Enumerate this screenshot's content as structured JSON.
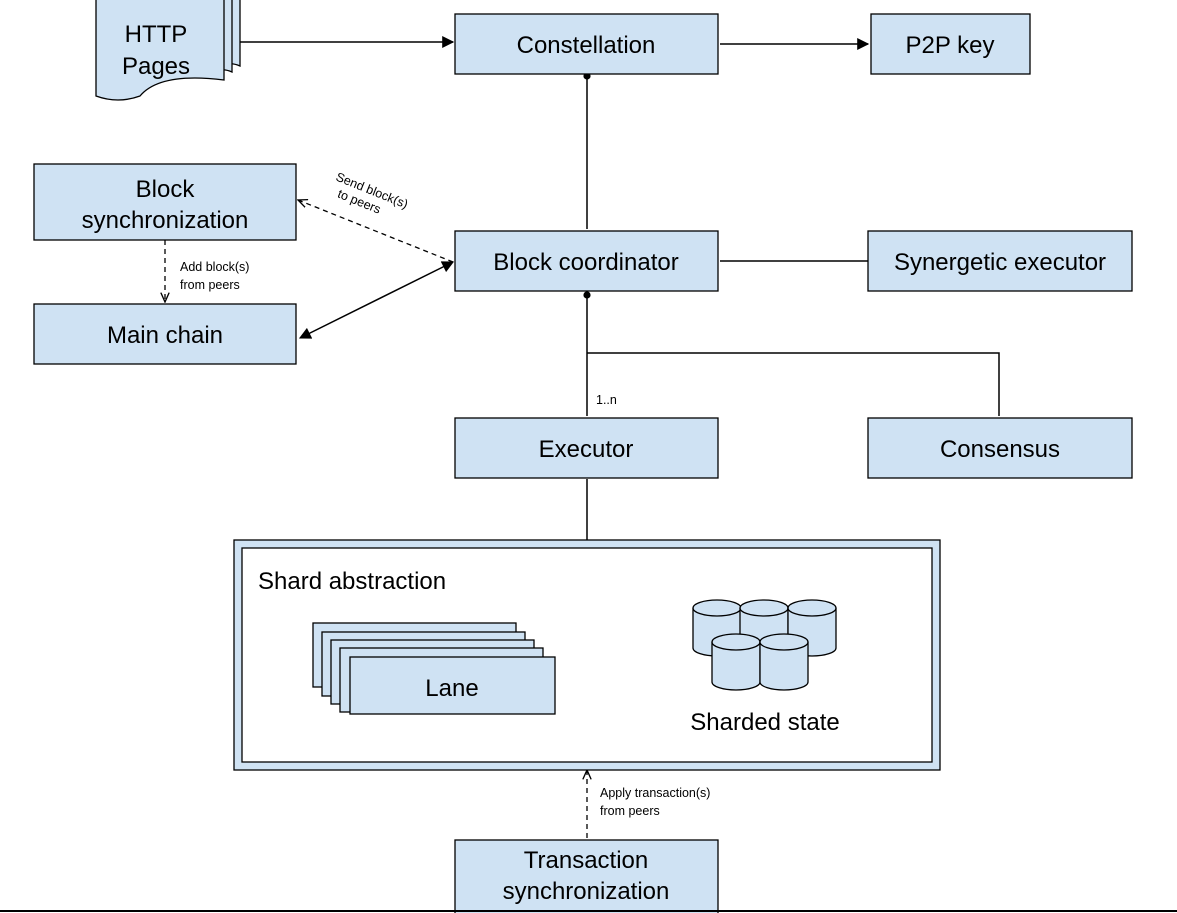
{
  "nodes": {
    "http_pages": [
      "HTTP",
      "Pages"
    ],
    "constellation": "Constellation",
    "p2p_key": "P2P key",
    "block_sync": [
      "Block",
      "synchronization"
    ],
    "main_chain": "Main chain",
    "block_coordinator": "Block coordinator",
    "synergetic_executor": "Synergetic executor",
    "executor": "Executor",
    "consensus": "Consensus",
    "shard_abstraction": "Shard abstraction",
    "lane": "Lane",
    "sharded_state": "Sharded state",
    "tx_sync": [
      "Transaction",
      "synchronization"
    ]
  },
  "edge_labels": {
    "send_blocks": [
      "Send block(s)",
      "to peers"
    ],
    "add_blocks": [
      "Add block(s)",
      "from peers"
    ],
    "multiplicity": "1..n",
    "apply_tx": [
      "Apply transaction(s)",
      "from peers"
    ]
  },
  "colors": {
    "box_fill": "#cfe2f3",
    "stroke": "#000000",
    "background": "#ffffff"
  }
}
